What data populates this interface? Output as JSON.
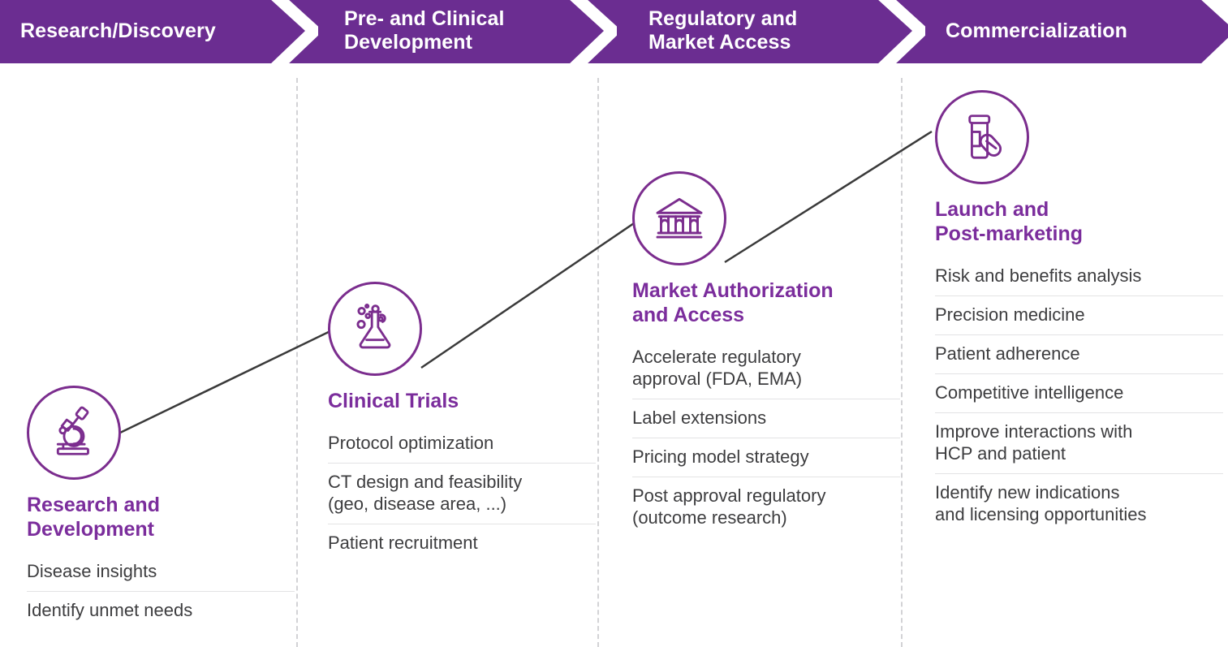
{
  "banner": {
    "background_color": "#6b2d91",
    "text_color": "#ffffff",
    "phases": [
      {
        "label": "Research/Discovery"
      },
      {
        "label": "Pre- and Clinical\nDevelopment"
      },
      {
        "label": "Regulatory and\nMarket Access"
      },
      {
        "label": "Commercialization"
      }
    ]
  },
  "colors": {
    "accent_purple": "#7b2d9c",
    "icon_purple": "#7b2d8e",
    "body_text": "#3d3d3f",
    "divider": "#e3e3e4",
    "column_divider": "#d3d3d6",
    "connector": "#3a3a3a"
  },
  "stages": [
    {
      "icon": "microscope-icon",
      "title": "Research and\nDevelopment",
      "items": [
        "Disease insights",
        "Identify unmet needs"
      ]
    },
    {
      "icon": "flask-icon",
      "title": "Clinical Trials",
      "items": [
        "Protocol optimization",
        "CT design and feasibility\n(geo, disease area, ...)",
        "Patient recruitment"
      ]
    },
    {
      "icon": "government-building-icon",
      "title": "Market Authorization\nand Access",
      "items": [
        "Accelerate regulatory\napproval (FDA, EMA)",
        "Label extensions",
        "Pricing model strategy",
        "Post approval regulatory\n(outcome research)"
      ]
    },
    {
      "icon": "pill-bottle-icon",
      "title": "Launch and\nPost-marketing",
      "items": [
        "Risk and benefits analysis",
        "Precision medicine",
        "Patient adherence",
        "Competitive intelligence",
        "Improve interactions with\nHCP and patient",
        "Identify new indications\nand licensing opportunities"
      ]
    }
  ]
}
